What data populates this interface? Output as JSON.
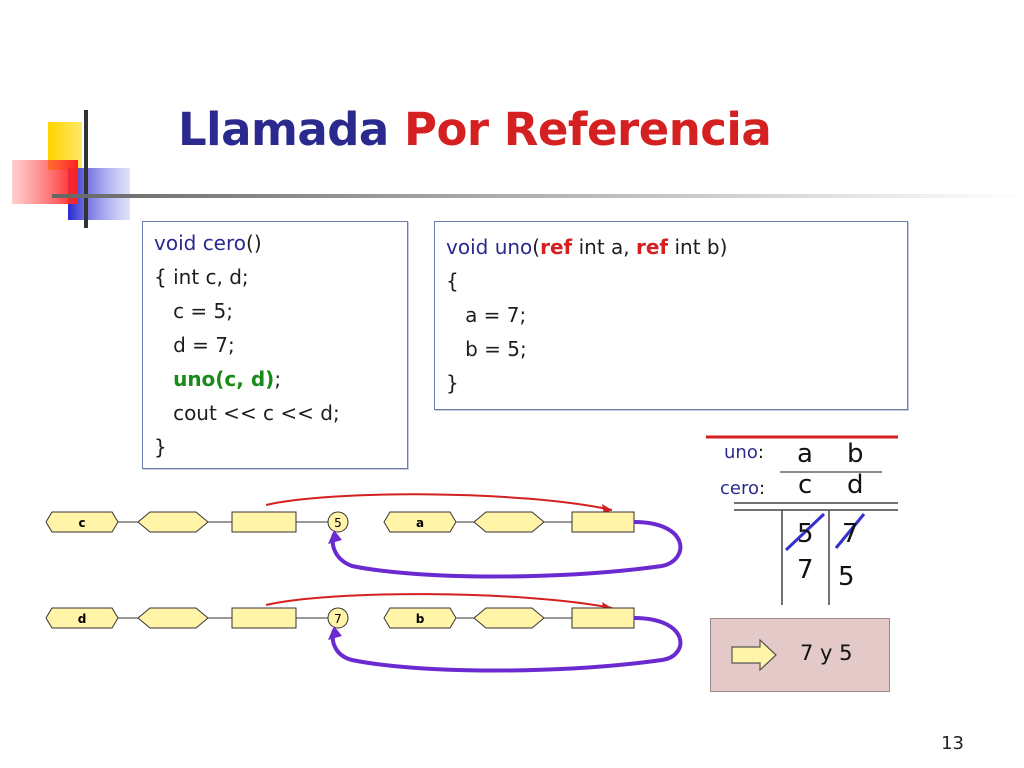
{
  "title": {
    "part1": "Llamada",
    "part2": "Por Referencia"
  },
  "code_left": {
    "line1_void": "void ",
    "line1_name": "cero",
    "line1_parens": "()",
    "line2": "{ int c, d;",
    "line3": "   c = 5;",
    "line4": "   d = 7;",
    "line5_call": "uno(c, d)",
    "line5_semicolon": ";",
    "line6": "   cout << c << d;",
    "line7": "}"
  },
  "code_right": {
    "sig_void": "void ",
    "sig_name": "uno",
    "sig_open": "(",
    "sig_ref1": "ref",
    "sig_mid": " int a, ",
    "sig_ref2": "ref",
    "sig_end": " int b)",
    "line2": "{",
    "line3": "   a = 7;",
    "line4": "   b = 5;",
    "line5": "}"
  },
  "trace_table": {
    "uno_label": "uno",
    "cero_label": "cero",
    "colon": ":",
    "col_a": "a",
    "col_b": "b",
    "col_c": "c",
    "col_d": "d",
    "val_a_old": "5",
    "val_a_new": "7",
    "val_b_old": "7",
    "val_b_new": "5"
  },
  "memory_diagram": {
    "row1": {
      "var_left": "c",
      "value": "5",
      "var_right": "a"
    },
    "row2": {
      "var_left": "d",
      "value": "7",
      "var_right": "b"
    }
  },
  "result": {
    "text": "7 y 5"
  },
  "page_number": "13",
  "colors": {
    "title_blue": "#2a2a8e",
    "keyword_red": "#d42020",
    "call_green": "#1a8a1a",
    "node_fill": "#fff4a8",
    "arrow_red": "#d42020",
    "arrow_purple": "#6a2ad0"
  }
}
